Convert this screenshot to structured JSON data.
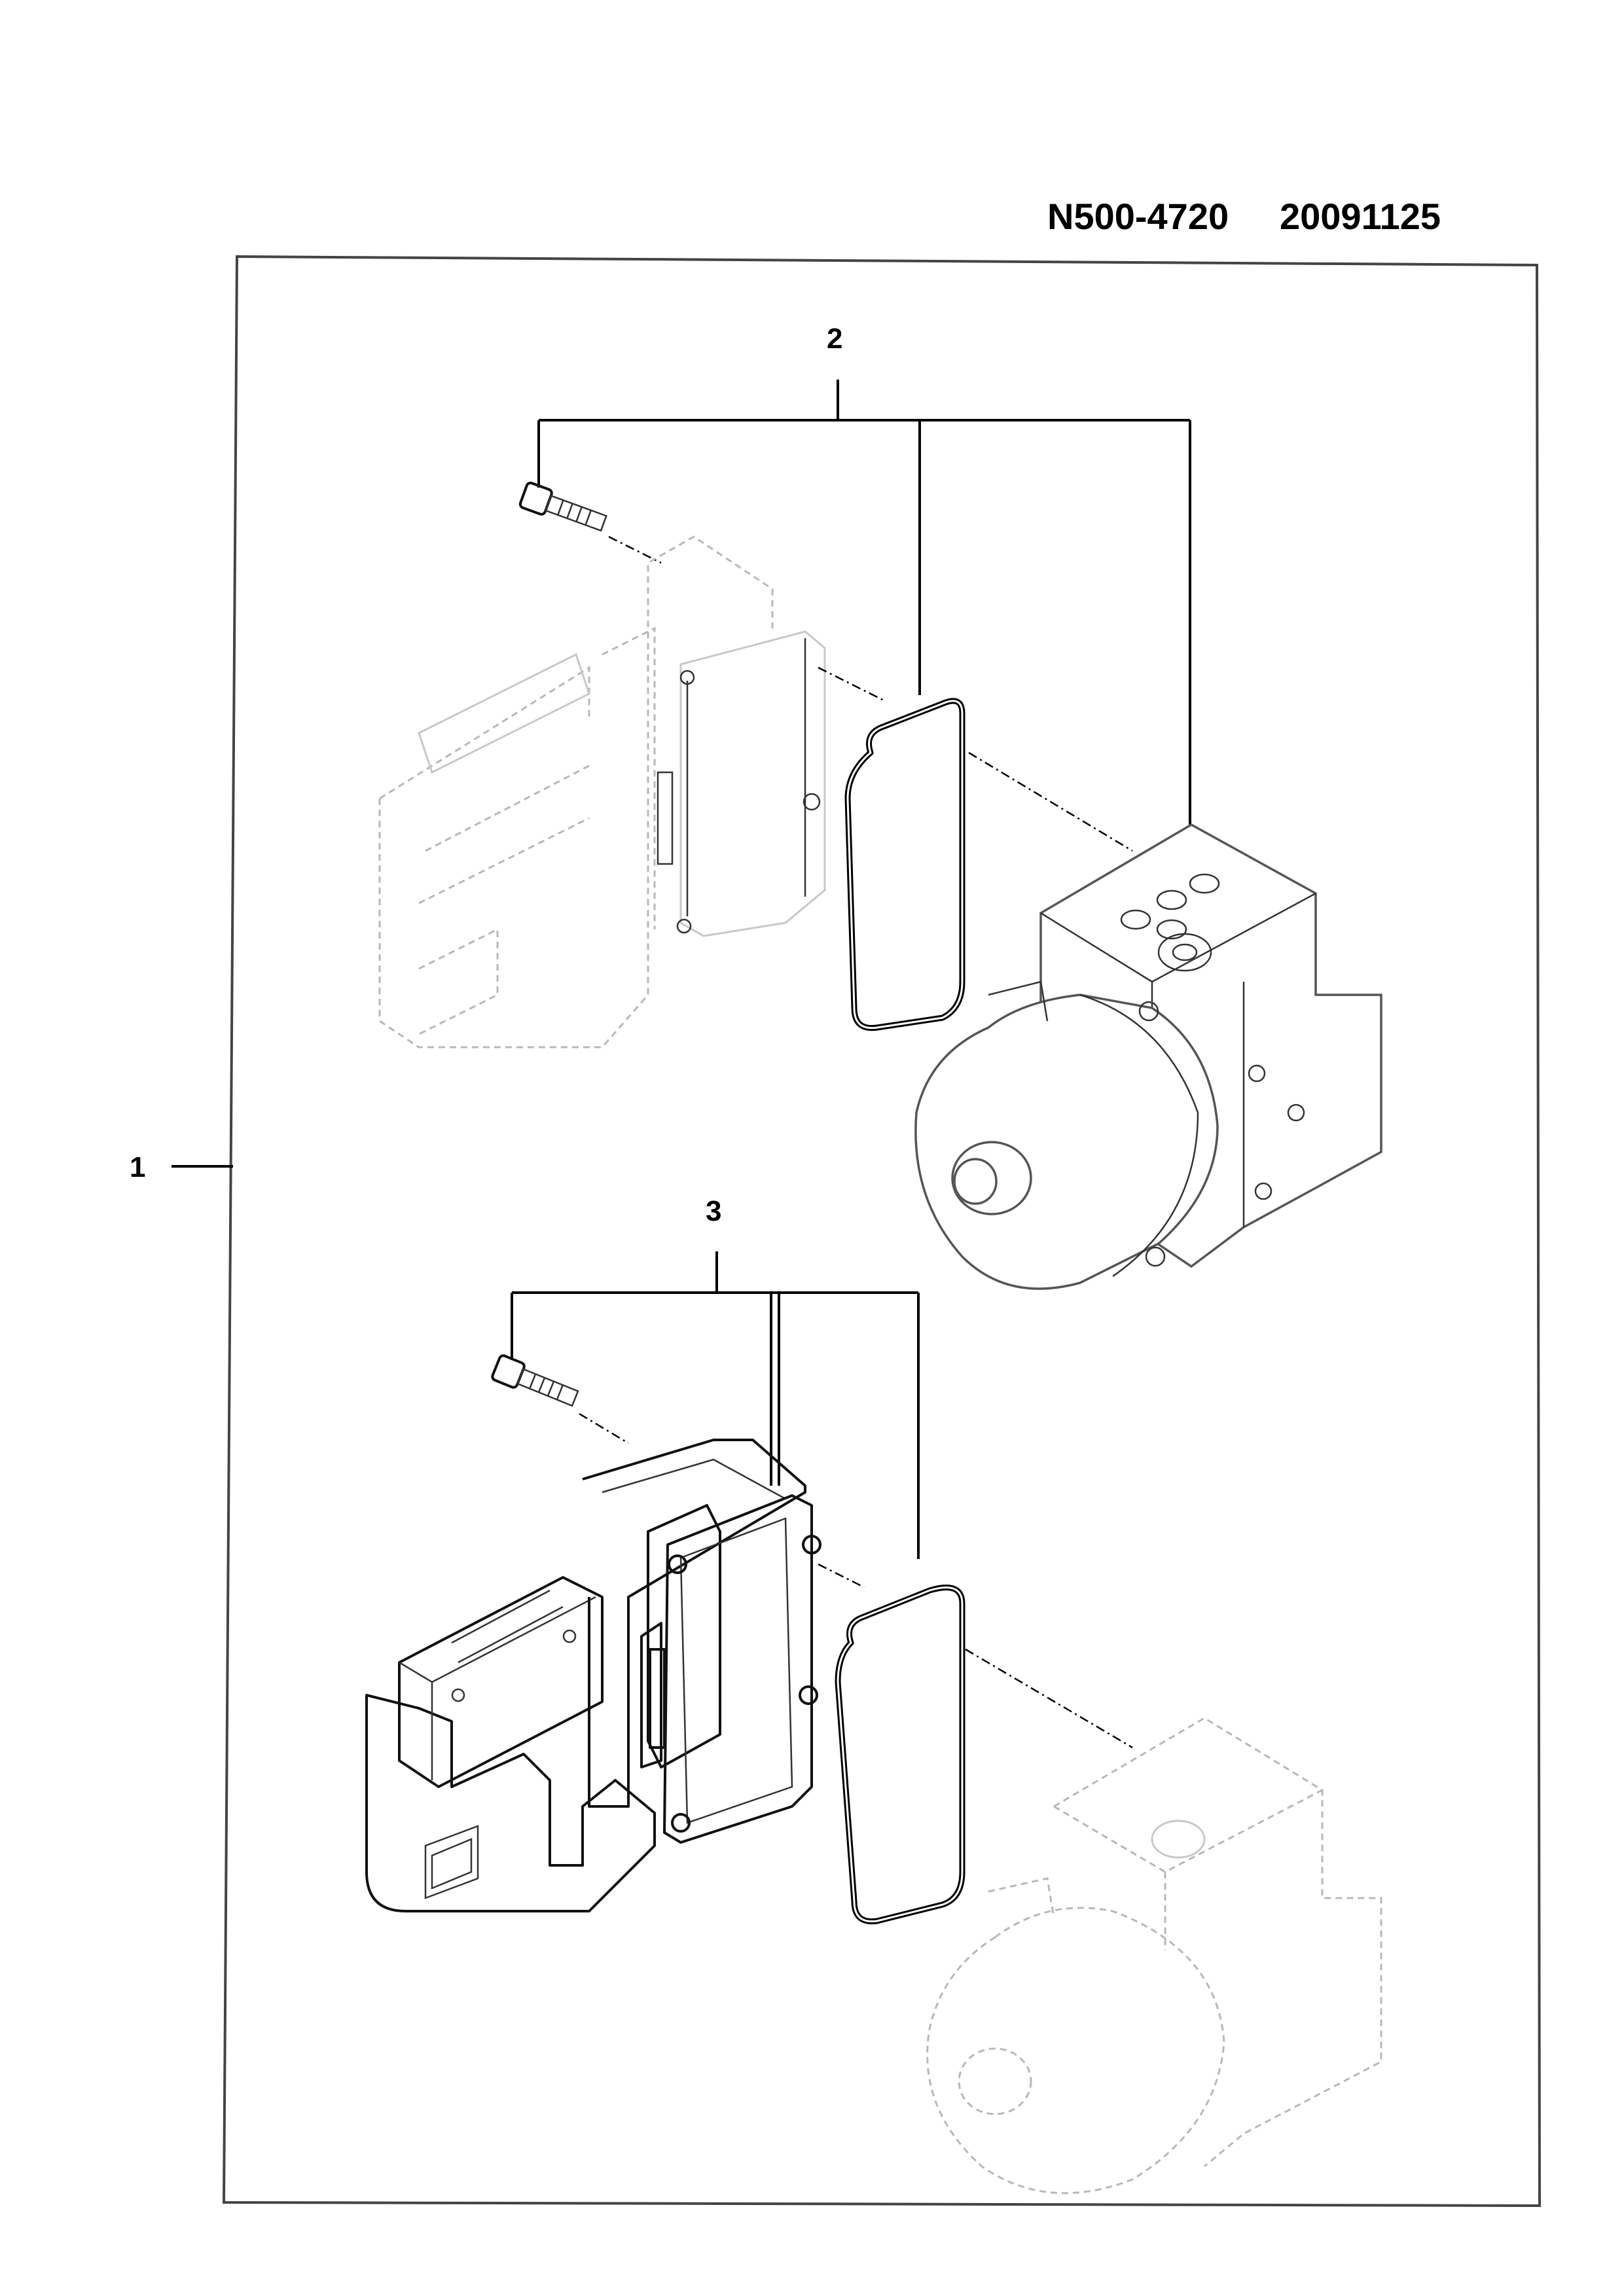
{
  "header": {
    "doc_number": "N500-4720",
    "date_code": "20091125"
  },
  "callouts": {
    "assembly": "1",
    "upper_kit": "2",
    "lower_kit": "3"
  },
  "colors": {
    "line": "#000000",
    "ghost": "#b8b8b8",
    "background": "#ffffff"
  }
}
